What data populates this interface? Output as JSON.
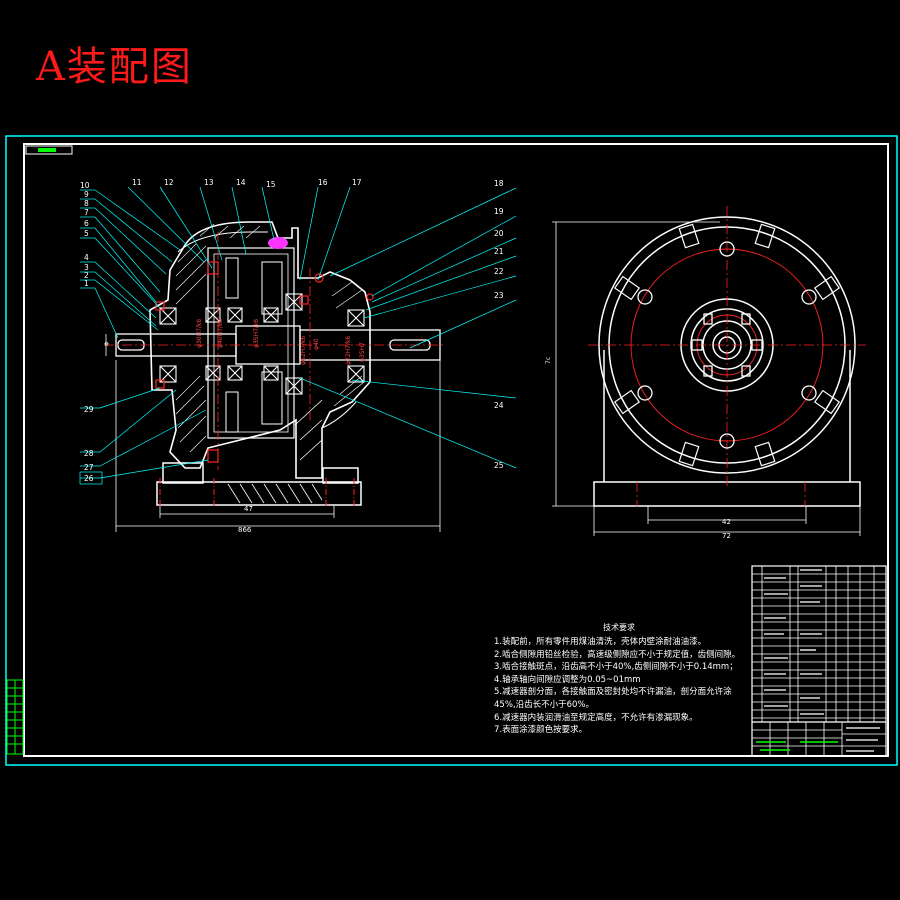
{
  "title": "A装配图",
  "part_numbers_left": [
    "10",
    "9",
    "8",
    "7",
    "6",
    "5",
    "4",
    "3",
    "2",
    "1"
  ],
  "part_numbers_top": [
    "11",
    "12",
    "13",
    "14",
    "15",
    "16",
    "17"
  ],
  "part_numbers_right": [
    "18",
    "19",
    "20",
    "21",
    "22",
    "23",
    "24",
    "25"
  ],
  "part_numbers_bottom_left": [
    "29",
    "28",
    "27",
    "26"
  ],
  "dimensions": {
    "front_base": "47",
    "front_total": "866",
    "side_inner": "42",
    "side_total": "72",
    "side_height": "7c"
  },
  "technical_notes": {
    "title": "技术要求",
    "items": [
      "1.装配前，所有零件用煤油清洗，壳体内壁涂耐油油漆。",
      "2.啮合侧隙用铅丝检验，高速级侧隙应不小于规定值，齿侧间隙。",
      "3.啮合接触斑点，沿齿高不小于40%,齿侧间隙不小于0.14mm；",
      "4.轴承轴向间隙应调整为0.05~01mm",
      "5.减速器剖分面，各接触面及密封处均不许漏油，剖分面允许涂",
      "45%,沿齿长不小于60%。",
      "6.减速器内装润滑油至规定高度，不允许有渗漏现象。",
      "7.表面涂漆颜色按要求。"
    ]
  },
  "colors": {
    "background": "#000000",
    "frame": "#00ffff",
    "outline": "#ffffff",
    "title": "#ff1a1a",
    "centerline": "#ff2222",
    "highlight": "#ff33ff",
    "table_accent": "#00ff00"
  }
}
